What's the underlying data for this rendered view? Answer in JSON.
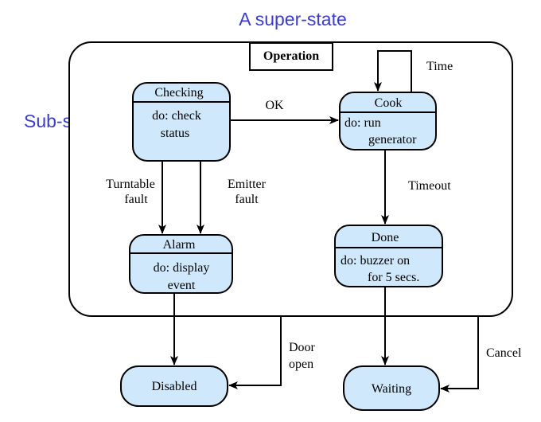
{
  "annotations": {
    "super_state": "A super-state",
    "sub_states": "Sub-states",
    "annotation_color": "#3c3ccc"
  },
  "superstate": {
    "name": "Operation"
  },
  "states": {
    "checking": {
      "name": "Checking",
      "activity_line1": "do: check",
      "activity_line2": "status"
    },
    "cook": {
      "name": "Cook",
      "activity_line1": "do: run",
      "activity_line2": "generator"
    },
    "alarm": {
      "name": "Alarm",
      "activity_line1": "do: display",
      "activity_line2": "event"
    },
    "done": {
      "name": "Done",
      "activity_line1": "do: buzzer on",
      "activity_line2": "for 5 secs."
    },
    "disabled": {
      "name": "Disabled"
    },
    "waiting": {
      "name": "Waiting"
    }
  },
  "transitions": {
    "ok": "OK",
    "time": "Time",
    "timeout": "Timeout",
    "turntable_fault_line1": "Turntable",
    "turntable_fault_line2": "fault",
    "emitter_fault_line1": "Emitter",
    "emitter_fault_line2": "fault",
    "door_open_line1": "Door",
    "door_open_line2": "open",
    "cancel": "Cancel"
  },
  "colors": {
    "state_fill": "#cfe8fb",
    "outline": "#000000"
  }
}
